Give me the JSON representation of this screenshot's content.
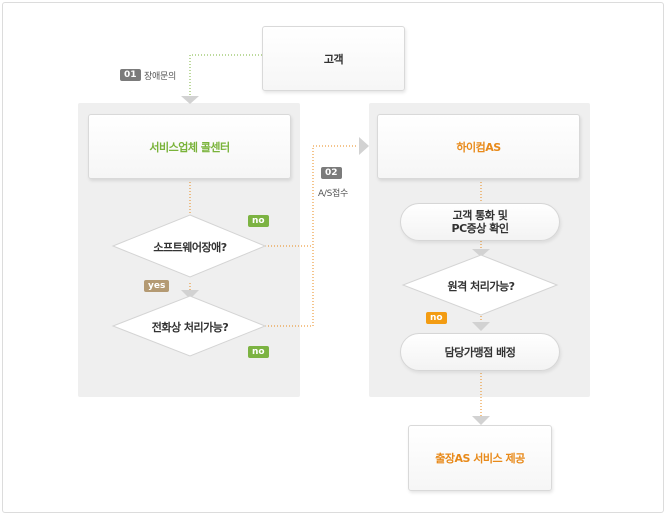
{
  "colors": {
    "green": "#7ab33a",
    "orange": "#e88a1a",
    "badge_gray": "#7b7b7b",
    "badge_tan": "#b49a73",
    "badge_green": "#7cb342",
    "badge_orange": "#f39c12",
    "panel": "#efefef"
  },
  "nodes": {
    "customer": "고객",
    "call_center": "서비스업체 콜센터",
    "software_issue": "소프트웨어장애?",
    "phone_solvable": "전화상 처리가능?",
    "hicomp_as": "하이컴AS",
    "call_verify_line1": "고객 통화 및",
    "call_verify_line2": "PC증상 확인",
    "remote_solvable": "원격 처리가능?",
    "assign_store": "담당가맹점 배정",
    "onsite_service": "출장AS 서비스 제공"
  },
  "steps": {
    "step1_num": "01",
    "step1_label": "장애문의",
    "step2_num": "02",
    "step2_label": "A/S접수"
  },
  "badges": {
    "no_1": "no",
    "yes_1": "yes",
    "no_2": "no",
    "no_3": "no"
  }
}
